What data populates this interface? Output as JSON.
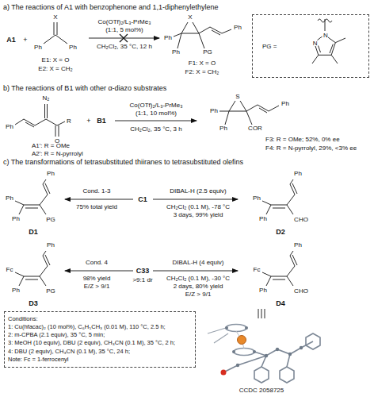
{
  "diagram": {
    "nodes": [
      {
        "text": [
          "PG =",
          "N",
          "N"
        ]
      },
      {
        "text": [
          "Conditions:",
          "1: Cu(hfacac)₂ (10 mol%), C₆H₅CH₃ (0.01 M), 110 °C, 2.5 h;",
          "2: m-CPBA (2.1 equiv), 35 °C, 5 min;",
          "3: MeOH (10 equiv), DBU (2 equiv), CH₃CN (0.1 M), 35 °C, 2 h;",
          "4: DBU (2 equiv), CH₃CN (0.1 M), 35 °C, 24 h;",
          "Note: Fc = 1-ferrocenyl"
        ]
      }
    ],
    "labels": [
      "a) The reactions of A1 with benzophenone and 1,1-diphenylethylene",
      "A1",
      "+",
      "X",
      "Ph",
      "Ph",
      "E1: X = O",
      "E2: X = CH₂",
      "Co(OTf)₂/L₃-PrMe₃",
      "(1:1, 5 mol%)",
      "CH₂Cl₂, 35 °C, 12 h",
      "X",
      "Ph",
      "Ph",
      "PG",
      "Ph",
      "F1: X = O",
      "F2: X = CH₂",
      "b) The reactions of B1 with other α-diazo substrates",
      "N₂",
      "Ph",
      "O",
      "R",
      "+",
      "B1",
      "Co(OTf)₂/L₃-PrMe₃",
      "(1:1, 10 mol%)",
      "CH₂Cl₂, 35 °C, 3 h",
      "S",
      "Ph",
      "Ph",
      "COR",
      "Ph",
      "A1': R = OMe",
      "A2': R = N-pyrrolyl",
      "F3: R = OMe; 52%, 0% ee",
      "F4: R = N-pyrrolyl, 29%, <3% ee",
      "c) The transformations of tetrasubstituted thiiranes to tetrasubstituted olefins",
      "Ph",
      "Ph",
      "Ph",
      "PG",
      "D1",
      "Cond. 1-3",
      "75% total yield",
      "C1",
      "DIBAL-H (2.5 equiv)",
      "CH₂Cl₂ (0.1 M), -78 °C",
      "3 days, 99% yield",
      "Ph",
      "Ph",
      "Ph",
      "CHO",
      "D2",
      "Ph",
      "Fc",
      "Ph",
      "PG",
      "D3",
      "Cond. 4",
      "98% yield",
      "E/Z > 9/1",
      "C33",
      ">9:1 dr",
      "DIBAL-H (4 equiv)",
      "CH₂Cl₂ (0.1 M), -30 °C",
      "2 days, 80% yield",
      "E/Z > 9/1",
      "Ph",
      "Fc",
      "Ph",
      "CHO",
      "D4",
      "CCDC 2058725"
    ]
  }
}
